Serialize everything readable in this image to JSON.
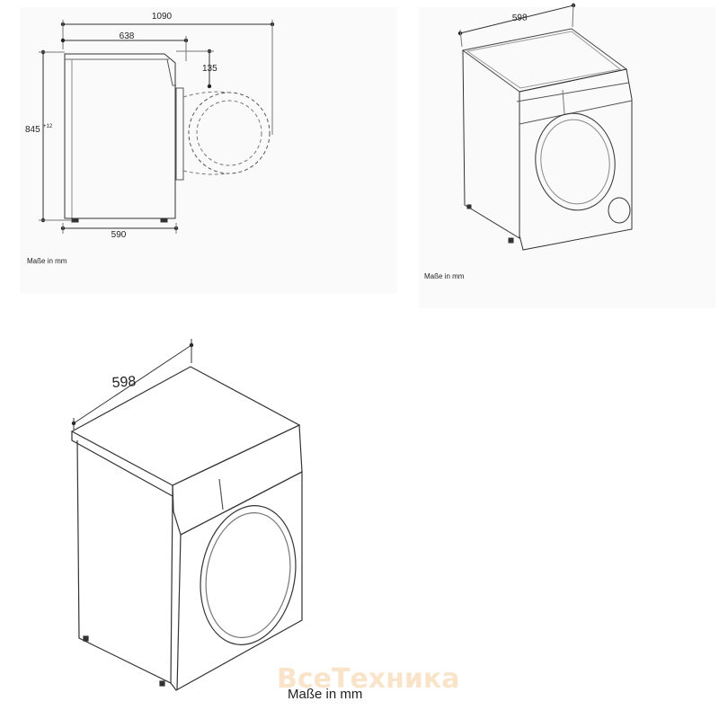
{
  "side_view": {
    "total_depth": "1090",
    "body_depth": "638",
    "door_depth": "135",
    "height": "845",
    "height_tolerance": "+12",
    "base_depth": "590",
    "caption": "Maße in mm"
  },
  "iso_small": {
    "width": "598",
    "caption": "Maße in mm"
  },
  "iso_large": {
    "width": "598",
    "caption": "Maße in mm"
  },
  "watermark": "ВсеТехника",
  "colors": {
    "line": "#222222",
    "panel": "#fafafa",
    "watermark": "#f2c58a"
  }
}
